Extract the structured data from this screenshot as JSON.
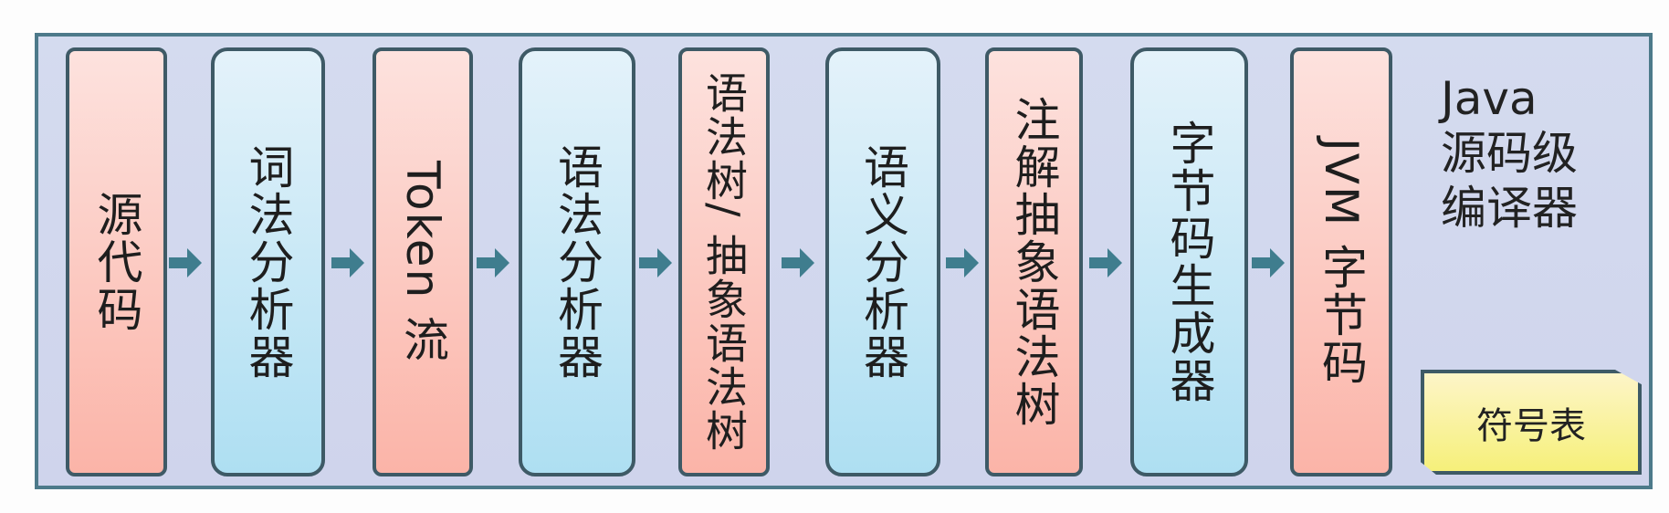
{
  "stages": [
    {
      "label": "源代码"
    },
    {
      "label": "词法分析器"
    },
    {
      "label": "Token 流"
    },
    {
      "label": "语法分析器"
    },
    {
      "label": "语法树/ 抽象语法树"
    },
    {
      "label": "语义分析器"
    },
    {
      "label": "注解抽象语法树"
    },
    {
      "label": "字节码生成器"
    },
    {
      "label": "JVM 字节码"
    }
  ],
  "title_line1": "Java",
  "title_line2": "源码级",
  "title_line3": "编译器",
  "symbol_table": "符号表",
  "colors": {
    "data": "#fbb4a8",
    "processor": "#aedff2",
    "arrow": "#3f7d8e",
    "symbol": "#f6f07a"
  }
}
